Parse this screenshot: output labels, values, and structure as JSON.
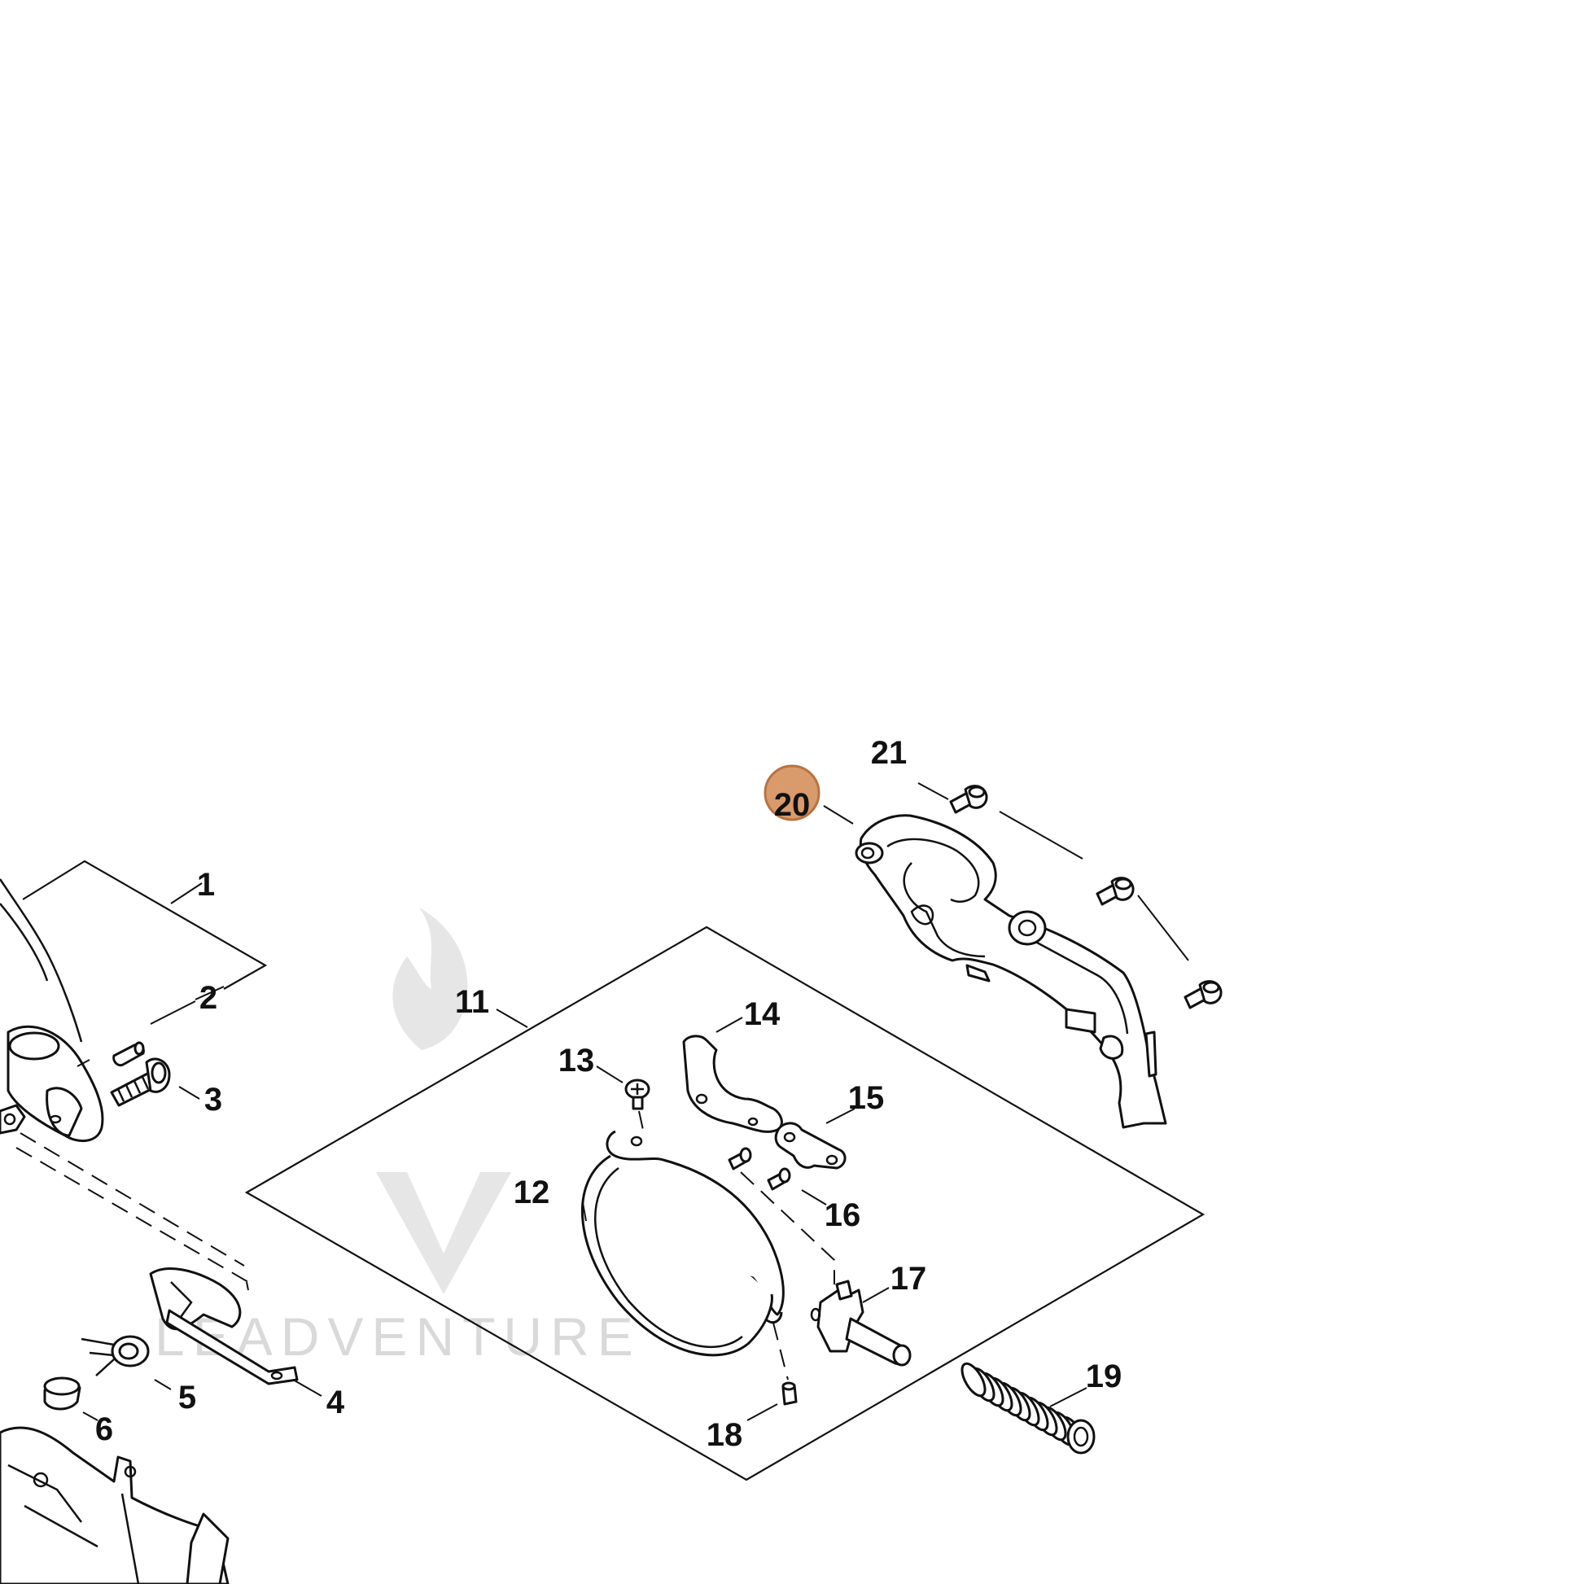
{
  "diagram": {
    "watermark": "LEADVENTURE",
    "highlight_color": "#d99a6c",
    "highlight_border": "#b87340",
    "highlighted_part": "20",
    "callouts": [
      {
        "id": "c1",
        "label": "1"
      },
      {
        "id": "c2",
        "label": "2"
      },
      {
        "id": "c3",
        "label": "3"
      },
      {
        "id": "c4",
        "label": "4"
      },
      {
        "id": "c5",
        "label": "5"
      },
      {
        "id": "c6",
        "label": "6"
      },
      {
        "id": "c11",
        "label": "11"
      },
      {
        "id": "c12",
        "label": "12"
      },
      {
        "id": "c13",
        "label": "13"
      },
      {
        "id": "c14",
        "label": "14"
      },
      {
        "id": "c15",
        "label": "15"
      },
      {
        "id": "c16",
        "label": "16"
      },
      {
        "id": "c17",
        "label": "17"
      },
      {
        "id": "c18",
        "label": "18"
      },
      {
        "id": "c19",
        "label": "19"
      },
      {
        "id": "c20",
        "label": "20"
      },
      {
        "id": "c21",
        "label": "21"
      }
    ]
  }
}
